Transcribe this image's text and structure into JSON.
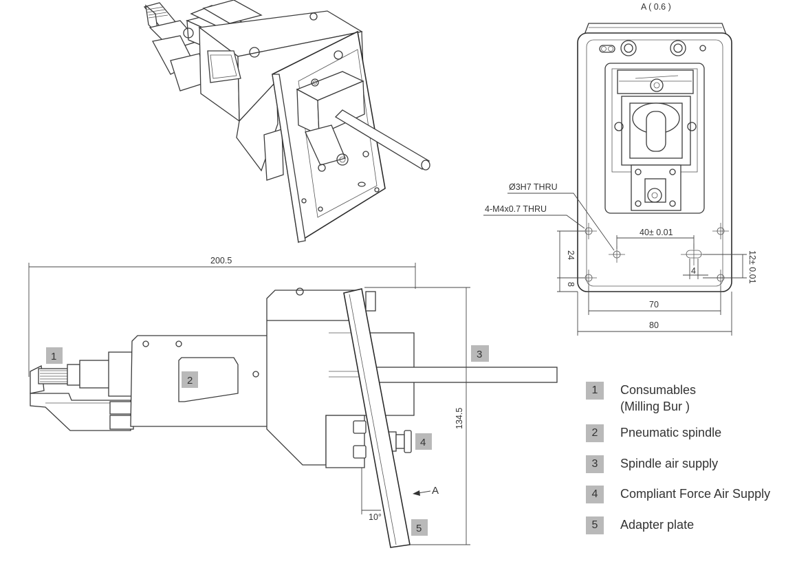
{
  "view_label": "A ( 0.6 )",
  "dimensions": {
    "hole_3h7": "Ø3H7 THRU",
    "m4_holes": "4-M4x0.7 THRU",
    "spacing_40": "40± 0.01",
    "height_24": "24",
    "height_8": "8",
    "slot_12": "12± 0.01",
    "slot_4": "4",
    "width_70": "70",
    "width_80": "80",
    "length_200": "200.5",
    "height_134": "134.5",
    "angle_10": "10°",
    "view_arrow": "A"
  },
  "badges": [
    "1",
    "2",
    "3",
    "4",
    "5"
  ],
  "legend": [
    {
      "number": "1",
      "label": "Consumables\n(Milling Bur )"
    },
    {
      "number": "2",
      "label": "Pneumatic spindle"
    },
    {
      "number": "3",
      "label": "Spindle air supply"
    },
    {
      "number": "4",
      "label": "Compliant Force Air Supply"
    },
    {
      "number": "5",
      "label": "Adapter plate"
    }
  ]
}
